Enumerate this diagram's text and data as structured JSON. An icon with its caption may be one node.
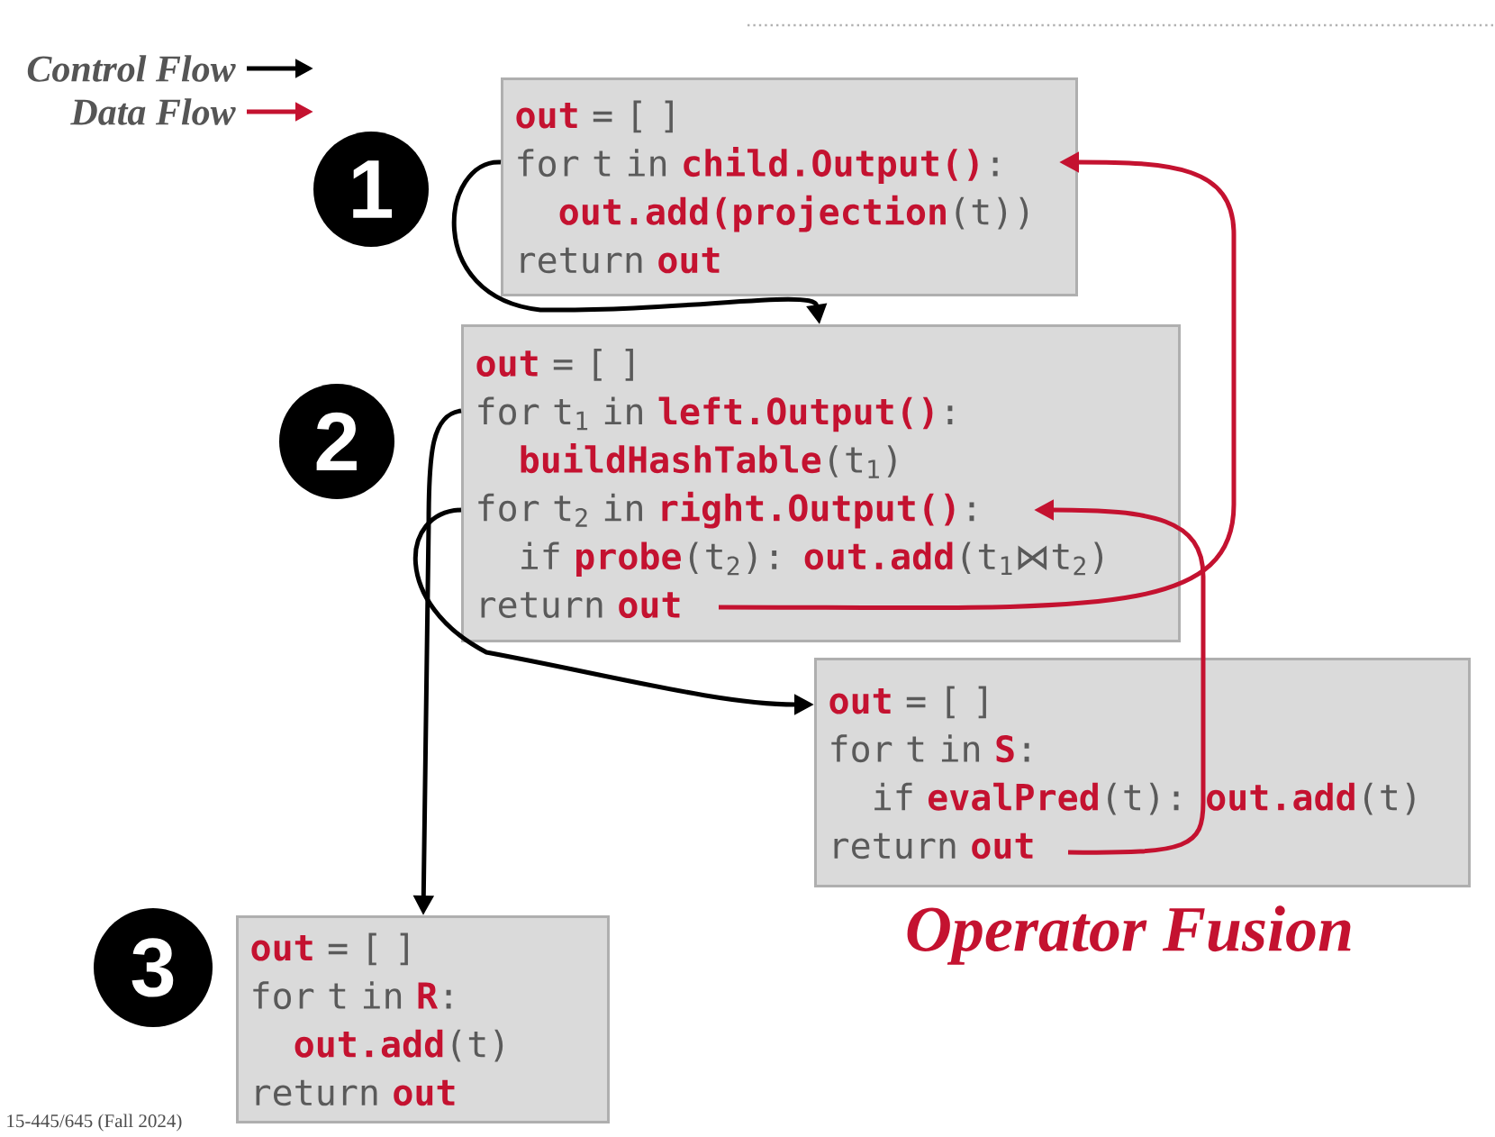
{
  "diagram": {
    "title": "Operator Fusion",
    "nodes": [
      {
        "text": [
          "1"
        ]
      },
      {
        "text": [
          "**out** = [ ]",
          "for t in **child.Output()**:",
          "**out.add(projection**(t))",
          "return **out**"
        ]
      },
      {
        "text": [
          "2"
        ]
      },
      {
        "text": [
          "**out** = [ ]",
          "for t$_{1}$ in **left.Output()**:",
          "**buildHashTable**(t$_{1}$)",
          "for t$_{2}$ in **right.Output()**:",
          "if **probe**(t$_{2}$): **out.add**(t$_{1}$⋈t$_{2}$)",
          "return **out**"
        ]
      },
      {
        "text": [
          "**out** = [ ]",
          "for t in **S**:",
          "if **evalPred**(t): **out.add**(t)",
          "return **out**"
        ]
      },
      {
        "text": [
          "3"
        ]
      },
      {
        "text": [
          "**out** = [ ]",
          "for t in **R**:",
          "**out.add**(t)",
          "return **out**"
        ]
      }
    ],
    "edges": [
      {
        "from": 1,
        "to": 3,
        "arrow": "to"
      },
      {
        "from": 3,
        "to": 6,
        "arrow": "to"
      },
      {
        "from": 3,
        "to": 4,
        "arrow": "to"
      },
      {
        "from": 3,
        "to": 1,
        "arrow": "to",
        "color": "#c41230"
      },
      {
        "from": 4,
        "to": 3,
        "arrow": "to",
        "color": "#c41230"
      }
    ],
    "labels": [
      "15-445/645 (Fall 2024)"
    ],
    "legend": [
      {
        "text": "Control Flow"
      },
      {
        "text": "Data Flow"
      }
    ]
  }
}
